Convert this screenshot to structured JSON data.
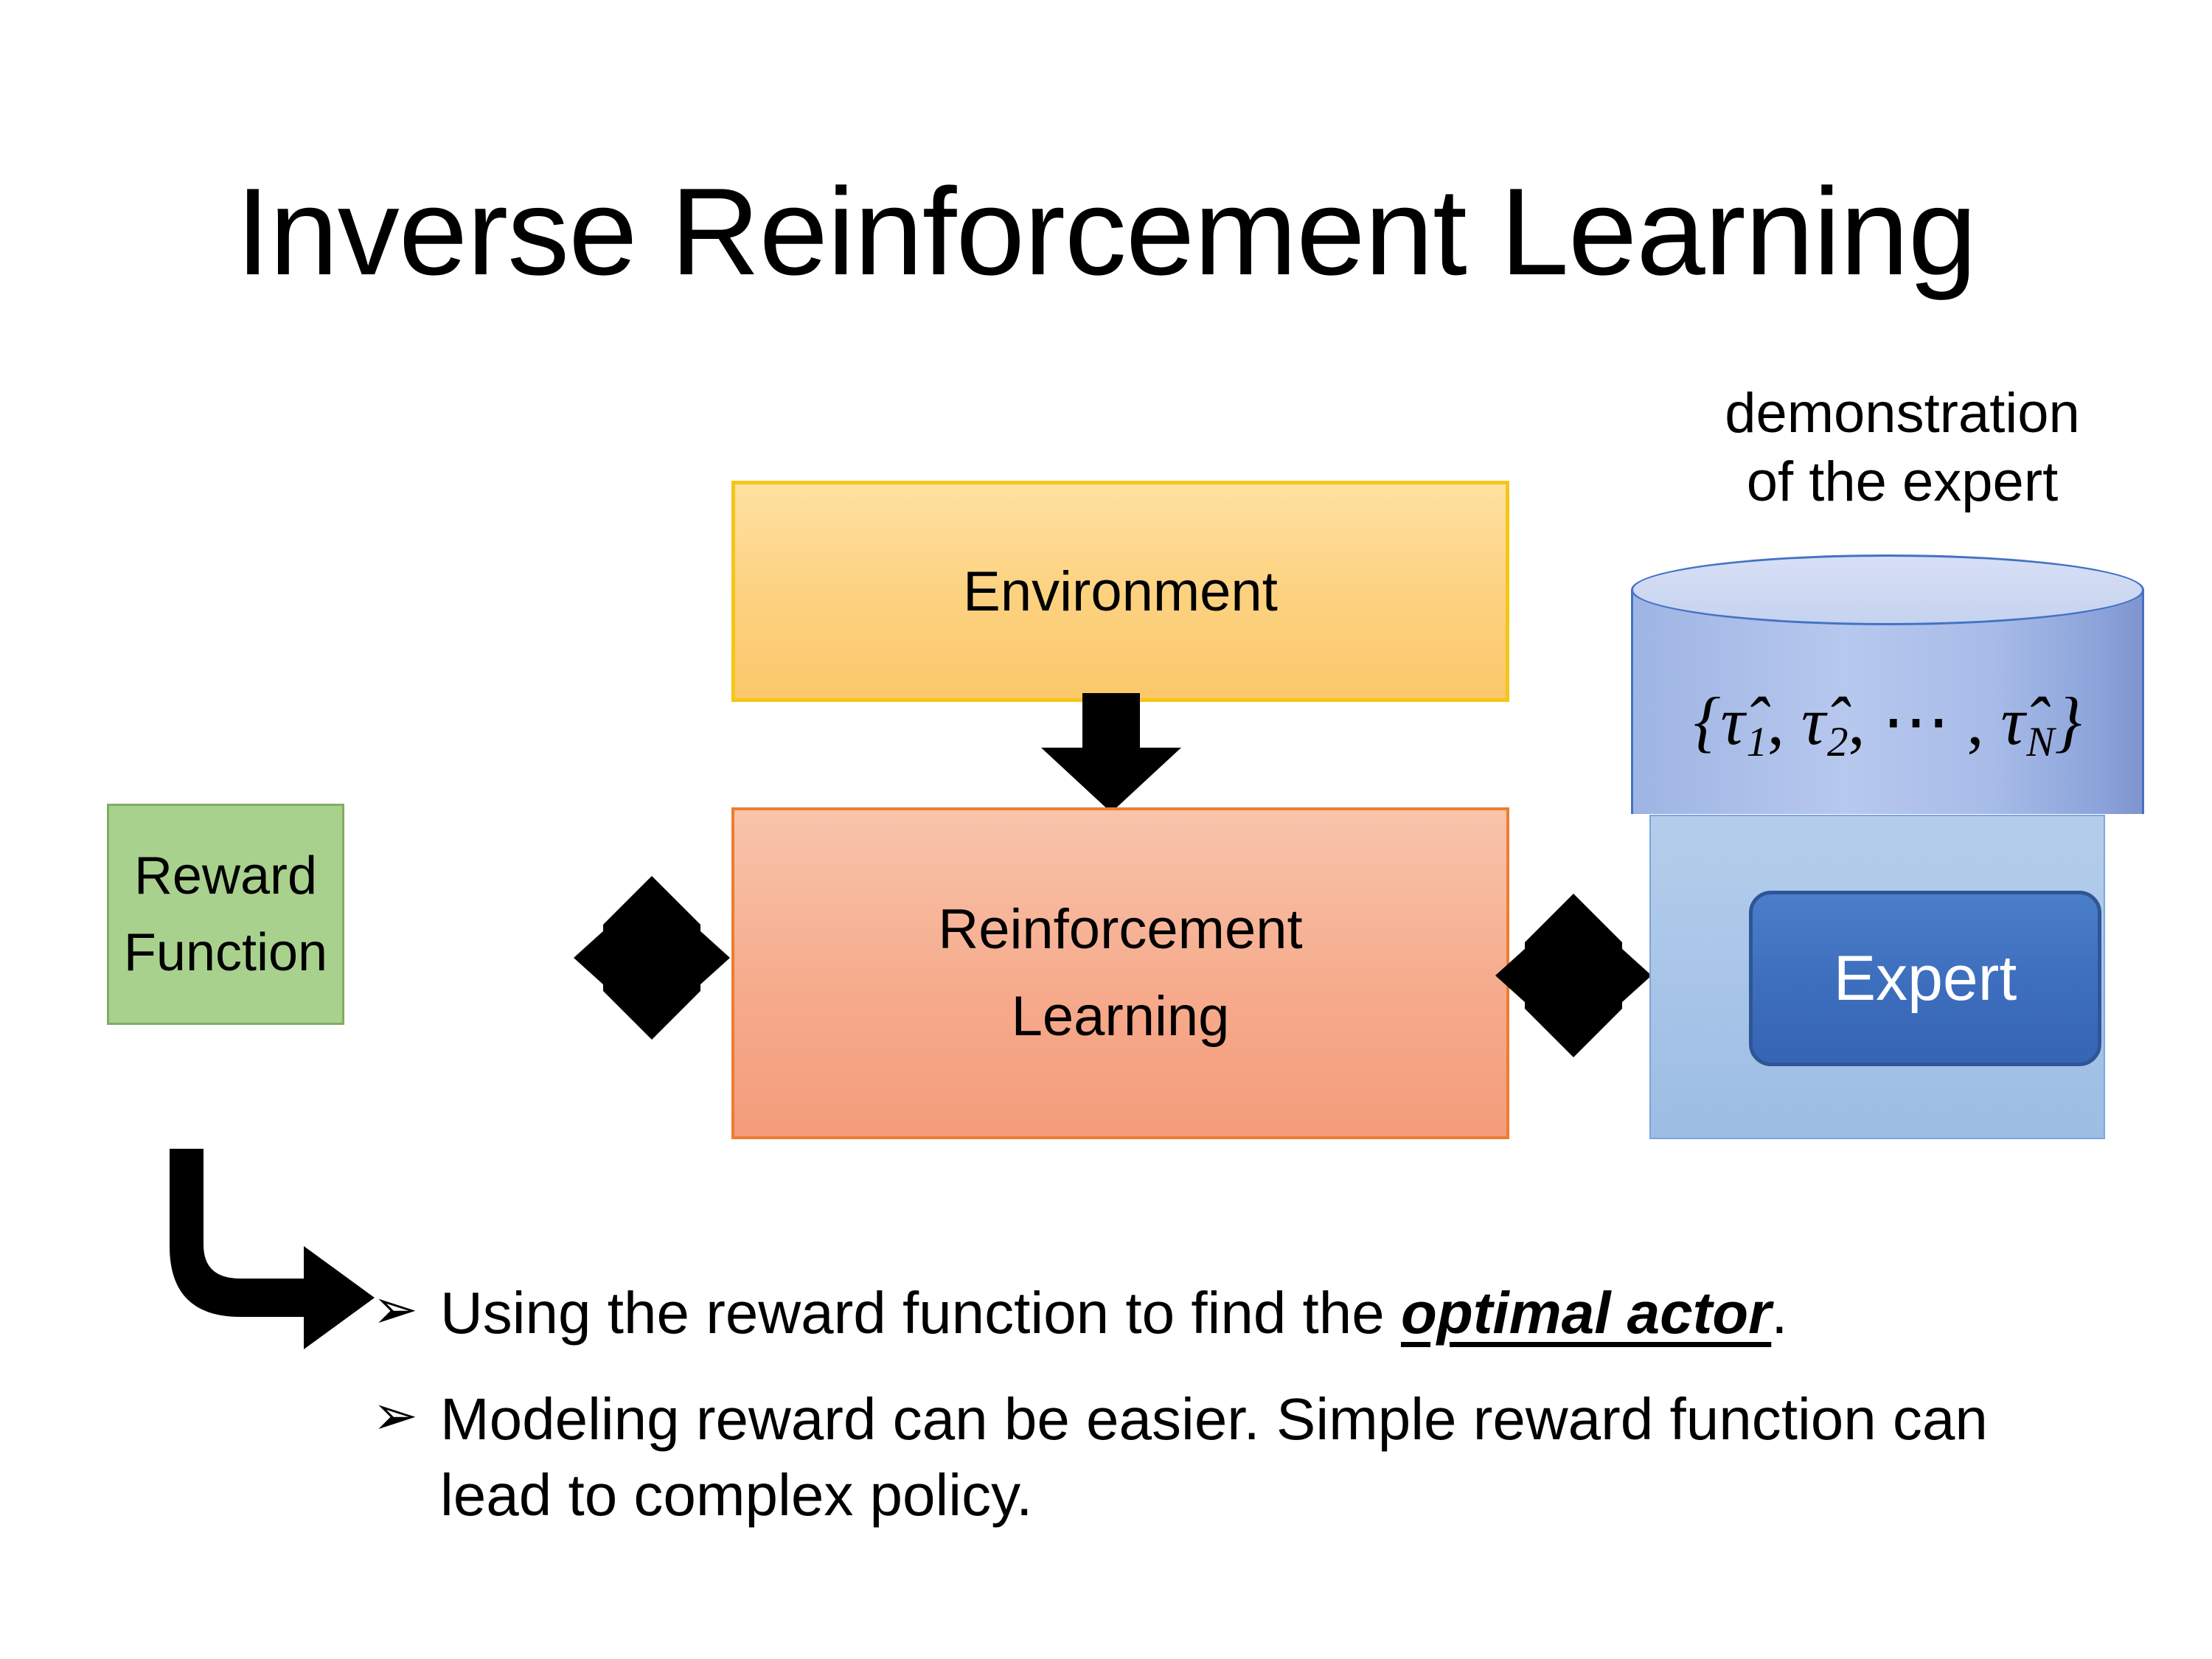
{
  "slide": {
    "title": "Inverse Reinforcement Learning",
    "background_color": "#ffffff"
  },
  "diagram": {
    "environment_box": {
      "label": "Environment",
      "fill_color": "#fcd17e",
      "border_color": "#f5c518"
    },
    "reinforcement_learning_box": {
      "label_line1": "Reinforcement",
      "label_line2": "Learning",
      "fill_color": "#f6ab8c",
      "border_color": "#ed7d31"
    },
    "reward_function_box": {
      "label_line1": "Reward",
      "label_line2": "Function",
      "fill_color": "#a9d18e",
      "border_color": "#7fae63"
    },
    "expert_group": {
      "caption_line1": "demonstration",
      "caption_line2": "of the expert",
      "cylinder": {
        "formula_open": "{",
        "tau1": "τ̂",
        "tau1_sub": "1",
        "sep1": ", ",
        "tau2": "τ̂",
        "tau2_sub": "2",
        "sep2": ", ⋯ , ",
        "tauN": "τ̂",
        "tauN_sub": "N",
        "formula_close": "}",
        "formula_plain": "{τ̂1, τ̂2, ⋯ , τ̂N}",
        "fill_color": "#a9bde8",
        "border_color": "#4472c4"
      },
      "outer_box": {
        "fill_color": "#a8c5e8",
        "border_color": "#7ba6dd"
      },
      "expert_chip": {
        "label": "Expert",
        "fill_color": "#3e6fbe",
        "border_color": "#2f5597",
        "text_color": "#ffffff"
      }
    },
    "arrows": {
      "environment_to_rl": "down-arrow",
      "reward_to_rl": "quad-arrow",
      "rl_to_expert": "quad-arrow",
      "reward_to_bullets": "elbow-arrow",
      "color": "#000000"
    }
  },
  "bullets": {
    "marker": "➢",
    "items": [
      {
        "text_before": "Using the reward function to find the ",
        "emphasis": "optimal actor",
        "text_after": "."
      },
      {
        "text_before": "Modeling reward can be easier. Simple reward function can lead to complex policy.",
        "emphasis": "",
        "text_after": ""
      }
    ]
  }
}
